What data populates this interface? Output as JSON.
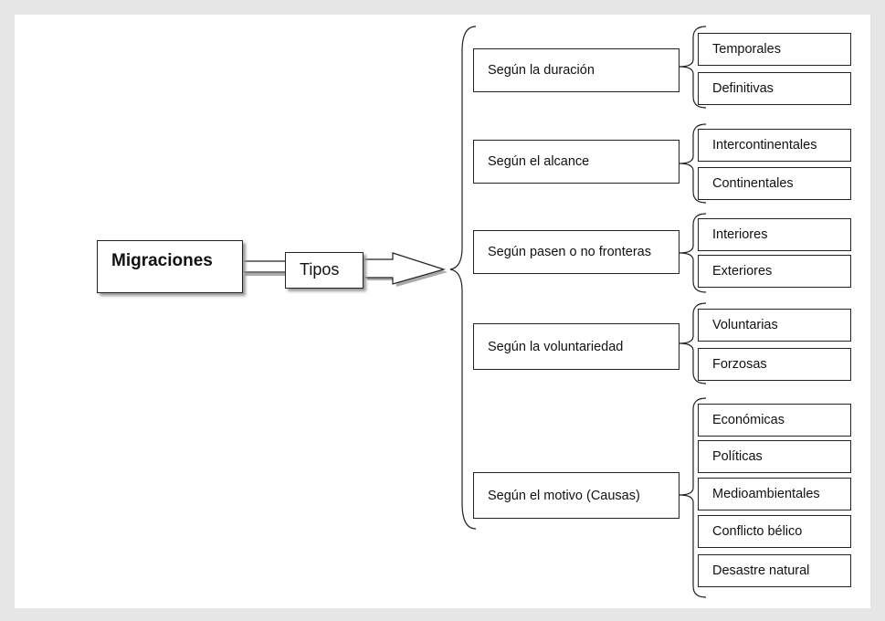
{
  "root": "Migraciones",
  "connector": "Tipos",
  "categories": [
    {
      "label": "Según la duración",
      "items": [
        "Temporales",
        "Definitivas"
      ]
    },
    {
      "label": "Según el alcance",
      "items": [
        "Intercontinentales",
        "Continentales"
      ]
    },
    {
      "label": "Según pasen o no fronteras",
      "items": [
        "Interiores",
        "Exteriores"
      ]
    },
    {
      "label": "Según la voluntariedad",
      "items": [
        "Voluntarias",
        "Forzosas"
      ]
    },
    {
      "label": "Según el motivo (Causas)",
      "items": [
        "Económicas",
        "Políticas",
        "Medioambientales",
        "Conflicto bélico",
        "Desastre natural"
      ]
    }
  ]
}
